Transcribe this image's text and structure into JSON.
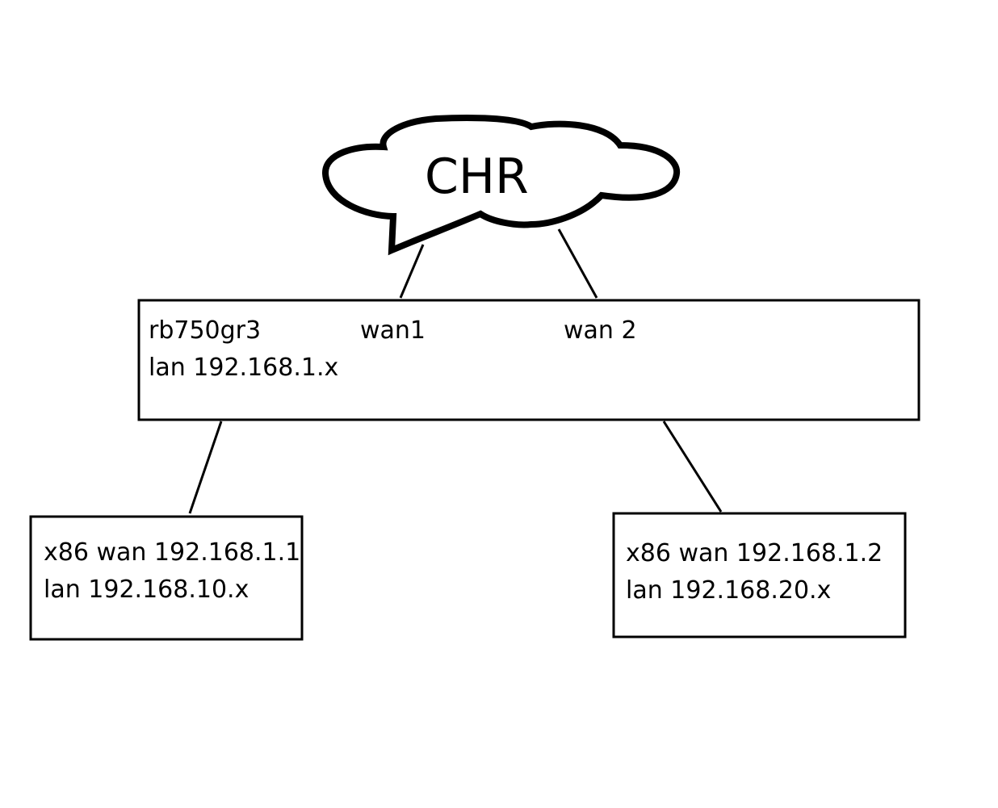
{
  "cloud": {
    "label": "CHR"
  },
  "router": {
    "name": "rb750gr3",
    "lan": "lan 192.168.1.x",
    "wan1": "wan1",
    "wan2": "wan 2"
  },
  "left_host": {
    "wan": "x86 wan 192.168.1.1",
    "lan": "lan 192.168.10.x"
  },
  "right_host": {
    "wan": "x86 wan 192.168.1.2",
    "lan": "lan 192.168.20.x"
  }
}
